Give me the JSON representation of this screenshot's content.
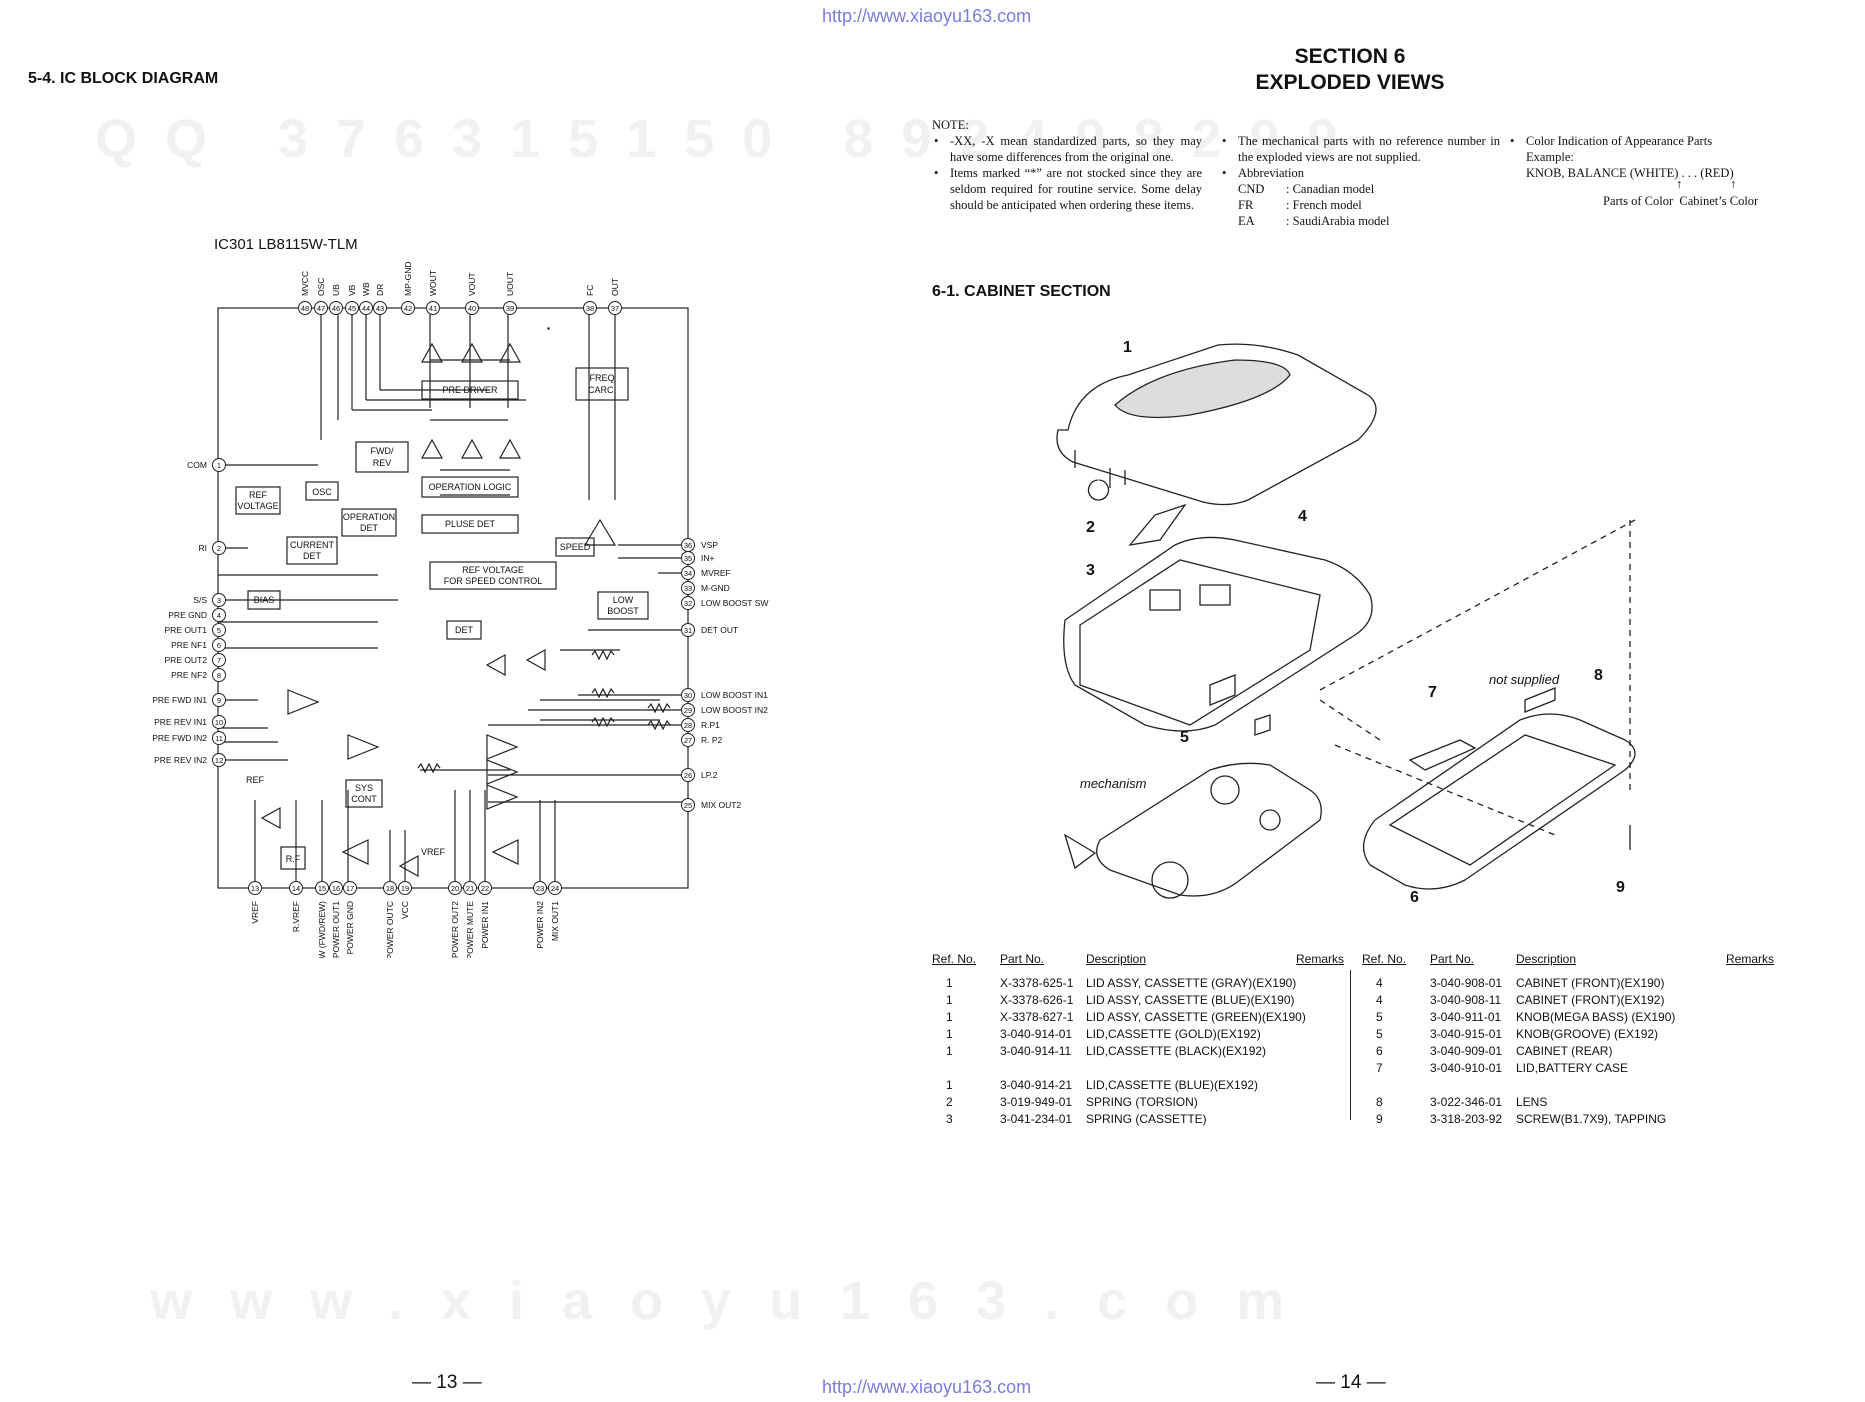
{
  "header_url": "http://www.xiaoyu163.com",
  "footer_url": "http://www.xiaoyu163.com",
  "watermark_top": "QQ 376315150 892498299",
  "watermark_bottom": "www.xiaoyu163.com",
  "left": {
    "section_heading": "5-4. IC BLOCK DIAGRAM",
    "ic_title": "IC301 LB8115W-TLM",
    "page_number": "— 13 —",
    "top_pins": [
      {
        "num": "48",
        "label": "MVCC"
      },
      {
        "num": "47",
        "label": "OSC"
      },
      {
        "num": "46",
        "label": "UB"
      },
      {
        "num": "45",
        "label": "VB"
      },
      {
        "num": "44",
        "label": "WB"
      },
      {
        "num": "43",
        "label": "DR"
      },
      {
        "num": "42",
        "label": "MP-GND"
      },
      {
        "num": "41",
        "label": "WOUT"
      },
      {
        "num": "40",
        "label": "VOUT"
      },
      {
        "num": "39",
        "label": "UOUT"
      },
      {
        "num": "38",
        "label": "FC"
      },
      {
        "num": "37",
        "label": "OUT"
      }
    ],
    "left_pins": [
      {
        "num": "1",
        "label": "COM"
      },
      {
        "num": "2",
        "label": "RI"
      },
      {
        "num": "3",
        "label": "S/S"
      },
      {
        "num": "4",
        "label": "PRE GND"
      },
      {
        "num": "5",
        "label": "PRE OUT1"
      },
      {
        "num": "6",
        "label": "PRE NF1"
      },
      {
        "num": "7",
        "label": "PRE OUT2"
      },
      {
        "num": "8",
        "label": "PRE NF2"
      },
      {
        "num": "9",
        "label": "PRE FWD IN1"
      },
      {
        "num": "10",
        "label": "PRE REV IN1"
      },
      {
        "num": "11",
        "label": "PRE FWD IN2"
      },
      {
        "num": "12",
        "label": "PRE REV IN2"
      }
    ],
    "right_pins": [
      {
        "num": "36",
        "label": "VSP"
      },
      {
        "num": "35",
        "label": "IN+"
      },
      {
        "num": "34",
        "label": "MVREF"
      },
      {
        "num": "33",
        "label": "M-GND"
      },
      {
        "num": "32",
        "label": "LOW BOOST SW"
      },
      {
        "num": "31",
        "label": "DET OUT"
      },
      {
        "num": "30",
        "label": "LOW BOOST IN1"
      },
      {
        "num": "29",
        "label": "LOW BOOST IN2"
      },
      {
        "num": "28",
        "label": "R.P1"
      },
      {
        "num": "27",
        "label": "R. P2"
      },
      {
        "num": "26",
        "label": "LP.2"
      },
      {
        "num": "25",
        "label": "MIX OUT2"
      }
    ],
    "bottom_pins": [
      {
        "num": "13",
        "label": "VREF"
      },
      {
        "num": "14",
        "label": "R.VREF"
      },
      {
        "num": "15",
        "label": "PRE MUTE SW (FWD/REW)"
      },
      {
        "num": "16",
        "label": "POWER OUT1"
      },
      {
        "num": "17",
        "label": "POWER GND"
      },
      {
        "num": "18",
        "label": "POWER OUTC"
      },
      {
        "num": "19",
        "label": "VCC"
      },
      {
        "num": "20",
        "label": "POWER OUT2"
      },
      {
        "num": "21",
        "label": "POWER MUTE"
      },
      {
        "num": "22",
        "label": "POWER IN1"
      },
      {
        "num": "23",
        "label": "POWER IN2"
      },
      {
        "num": "24",
        "label": "MIX OUT1"
      }
    ],
    "blocks": {
      "pre_driver": "PRE DRIVER",
      "freq_carc_1": "FREQ",
      "freq_carc_2": "CARC.",
      "fwd_rev_1": "FWD/",
      "fwd_rev_2": "REV",
      "osc": "OSC",
      "ref_voltage_1": "REF",
      "ref_voltage_2": "VOLTAGE",
      "operation_logic": "OPERATION LOGIC",
      "operation_det_1": "OPERATION",
      "operation_det_2": "DET",
      "pluse_det": "PLUSE DET",
      "current_det_1": "CURRENT",
      "current_det_2": "DET",
      "speed": "SPEED",
      "ref_speed_1": "REF VOLTAGE",
      "ref_speed_2": "FOR SPEED CONTROL",
      "bias": "BIAS",
      "low_boost_1": "LOW",
      "low_boost_2": "BOOST",
      "det": "DET",
      "sys_cont_1": "SYS",
      "sys_cont_2": "CONT",
      "rf": "R.F",
      "ref_label": "REF",
      "vref_label": "VREF"
    }
  },
  "right": {
    "section_line1": "SECTION 6",
    "section_line2": "EXPLODED VIEWS",
    "note_title": "NOTE:",
    "note_col1": [
      "-XX, -X mean standardized parts, so they may have some differences from the original one.",
      "Items marked “*” are not stocked since they are seldom required for routine service. Some delay should be anticipated when ordering these items."
    ],
    "note_col2_item1": "The mechanical parts with no reference number in the exploded views are not supplied.",
    "note_col2_item2": "Abbreviation",
    "abbreviations": [
      {
        "code": "CND",
        "desc": ": Canadian model"
      },
      {
        "code": "FR",
        "desc": ": French model"
      },
      {
        "code": "EA",
        "desc": ": SaudiArabia model"
      }
    ],
    "note_col3_item": "Color Indication of Appearance Parts",
    "note_col3_example": "Example:",
    "note_col3_knob": "KNOB, BALANCE (WHITE) . . . (RED)",
    "note_col3_arrow1": "↑",
    "note_col3_arrow2": "↑",
    "note_col3_parts": "Parts of Color",
    "note_col3_cabinet": "Cabinet’s Color",
    "subsection": "6-1. CABINET SECTION",
    "callouts": [
      "1",
      "2",
      "3",
      "4",
      "5",
      "6",
      "7",
      "8",
      "9"
    ],
    "not_supplied": "not supplied",
    "mechanism": "mechanism",
    "table_headers": {
      "ref": "Ref. No.",
      "part": "Part No.",
      "desc": "Description",
      "remarks": "Remarks"
    },
    "parts_left": [
      {
        "ref": "1",
        "part": "X-3378-625-1",
        "desc": "LID ASSY, CASSETTE (GRAY)(EX190)"
      },
      {
        "ref": "1",
        "part": "X-3378-626-1",
        "desc": "LID ASSY, CASSETTE (BLUE)(EX190)"
      },
      {
        "ref": "1",
        "part": "X-3378-627-1",
        "desc": "LID ASSY, CASSETTE (GREEN)(EX190)"
      },
      {
        "ref": "1",
        "part": "3-040-914-01",
        "desc": "LID,CASSETTE (GOLD)(EX192)"
      },
      {
        "ref": "1",
        "part": "3-040-914-11",
        "desc": "LID,CASSETTE (BLACK)(EX192)"
      },
      {
        "ref": "",
        "part": "",
        "desc": ""
      },
      {
        "ref": "1",
        "part": "3-040-914-21",
        "desc": "LID,CASSETTE (BLUE)(EX192)"
      },
      {
        "ref": "2",
        "part": "3-019-949-01",
        "desc": "SPRING (TORSION)"
      },
      {
        "ref": "3",
        "part": "3-041-234-01",
        "desc": "SPRING (CASSETTE)"
      }
    ],
    "parts_right": [
      {
        "ref": "4",
        "part": "3-040-908-01",
        "desc": "CABINET (FRONT)(EX190)"
      },
      {
        "ref": "4",
        "part": "3-040-908-11",
        "desc": "CABINET (FRONT)(EX192)"
      },
      {
        "ref": "5",
        "part": "3-040-911-01",
        "desc": "KNOB(MEGA BASS) (EX190)"
      },
      {
        "ref": "5",
        "part": "3-040-915-01",
        "desc": "KNOB(GROOVE) (EX192)"
      },
      {
        "ref": "6",
        "part": "3-040-909-01",
        "desc": "CABINET (REAR)"
      },
      {
        "ref": "7",
        "part": "3-040-910-01",
        "desc": "LID,BATTERY CASE"
      },
      {
        "ref": "",
        "part": "",
        "desc": ""
      },
      {
        "ref": "8",
        "part": "3-022-346-01",
        "desc": "LENS"
      },
      {
        "ref": "9",
        "part": "3-318-203-92",
        "desc": "SCREW(B1.7X9), TAPPING"
      }
    ],
    "page_number": "— 14 —"
  }
}
